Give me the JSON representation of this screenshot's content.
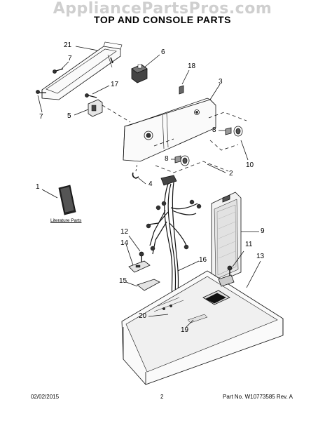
{
  "watermark": "AppliancePartsPros.com",
  "title": "TOP AND CONSOLE PARTS",
  "callouts": [
    "21",
    "7",
    "6",
    "18",
    "3",
    "17",
    "7",
    "5",
    "8",
    "10",
    "8",
    "2",
    "4",
    "1",
    "9",
    "12",
    "14",
    "11",
    "13",
    "16",
    "15",
    "20",
    "19"
  ],
  "literature_label": "Literature Parts",
  "footer": {
    "date": "02/02/2015",
    "page": "2",
    "part_no": "Part No.  W10773585   Rev.  A"
  }
}
